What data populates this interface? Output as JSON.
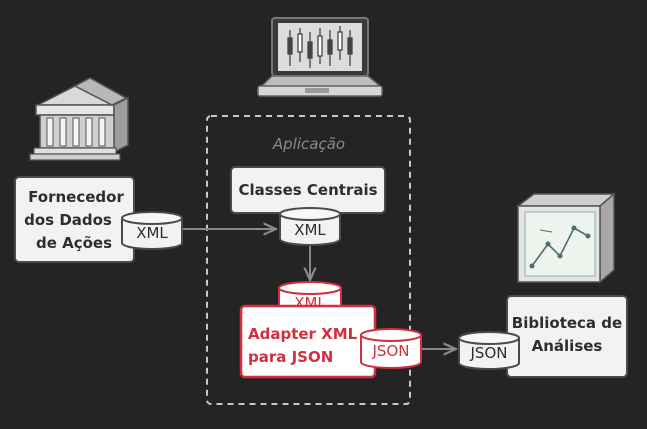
{
  "container": {
    "label": "Aplicação"
  },
  "nodes": {
    "provider": {
      "lines": [
        "Fornecedor",
        "dos Dados",
        "de Ações"
      ],
      "badge": "XML"
    },
    "core": {
      "label": "Classes Centrais",
      "badge": "XML"
    },
    "adapter": {
      "lines": [
        "Adapter XML",
        "para JSON"
      ],
      "badge_top": "XML",
      "badge_right": "JSON"
    },
    "library": {
      "lines": [
        "Biblioteca de",
        "Análises"
      ],
      "badge": "JSON"
    }
  },
  "icons": [
    "bank-building-icon",
    "laptop-chart-icon",
    "box-chart-icon"
  ],
  "colors": {
    "background": "#242424",
    "box_fill": "#f2f2f2",
    "box_stroke": "#4a4a4a",
    "text": "#2e2e2e",
    "accent": "#d32f3f",
    "accent_fill": "#ffffff",
    "dashed": "#c8c8c8",
    "arrow": "#8a8a8a"
  }
}
